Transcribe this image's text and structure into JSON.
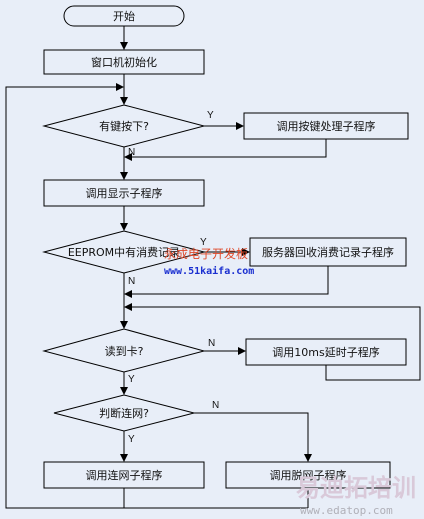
{
  "flowchart": {
    "start": "开始",
    "init": "窗口机初始化",
    "decision_key": "有键按下?",
    "key_process": "调用按键处理子程序",
    "display": "调用显示子程序",
    "decision_eeprom": "EEPROM中有消费记录",
    "server_collect": "服务器回收消费记录子程序",
    "decision_card": "读到卡?",
    "delay": "调用10ms延时子程序",
    "decision_net": "判断连网?",
    "connect": "调用连网子程序",
    "disconnect": "调用脱网子程序",
    "yes": "Y",
    "no": "N"
  },
  "watermarks": {
    "overlay_cn": "永成电子开发板",
    "overlay_url": "www.51kaifa.com",
    "brand_cn": "易迪拓培训",
    "brand_url": "www.edatop.com"
  },
  "colors": {
    "background": "#e8eef8",
    "stroke": "#000000",
    "watermark_red": "#e04a2a",
    "watermark_blue": "#1a2fd0"
  }
}
